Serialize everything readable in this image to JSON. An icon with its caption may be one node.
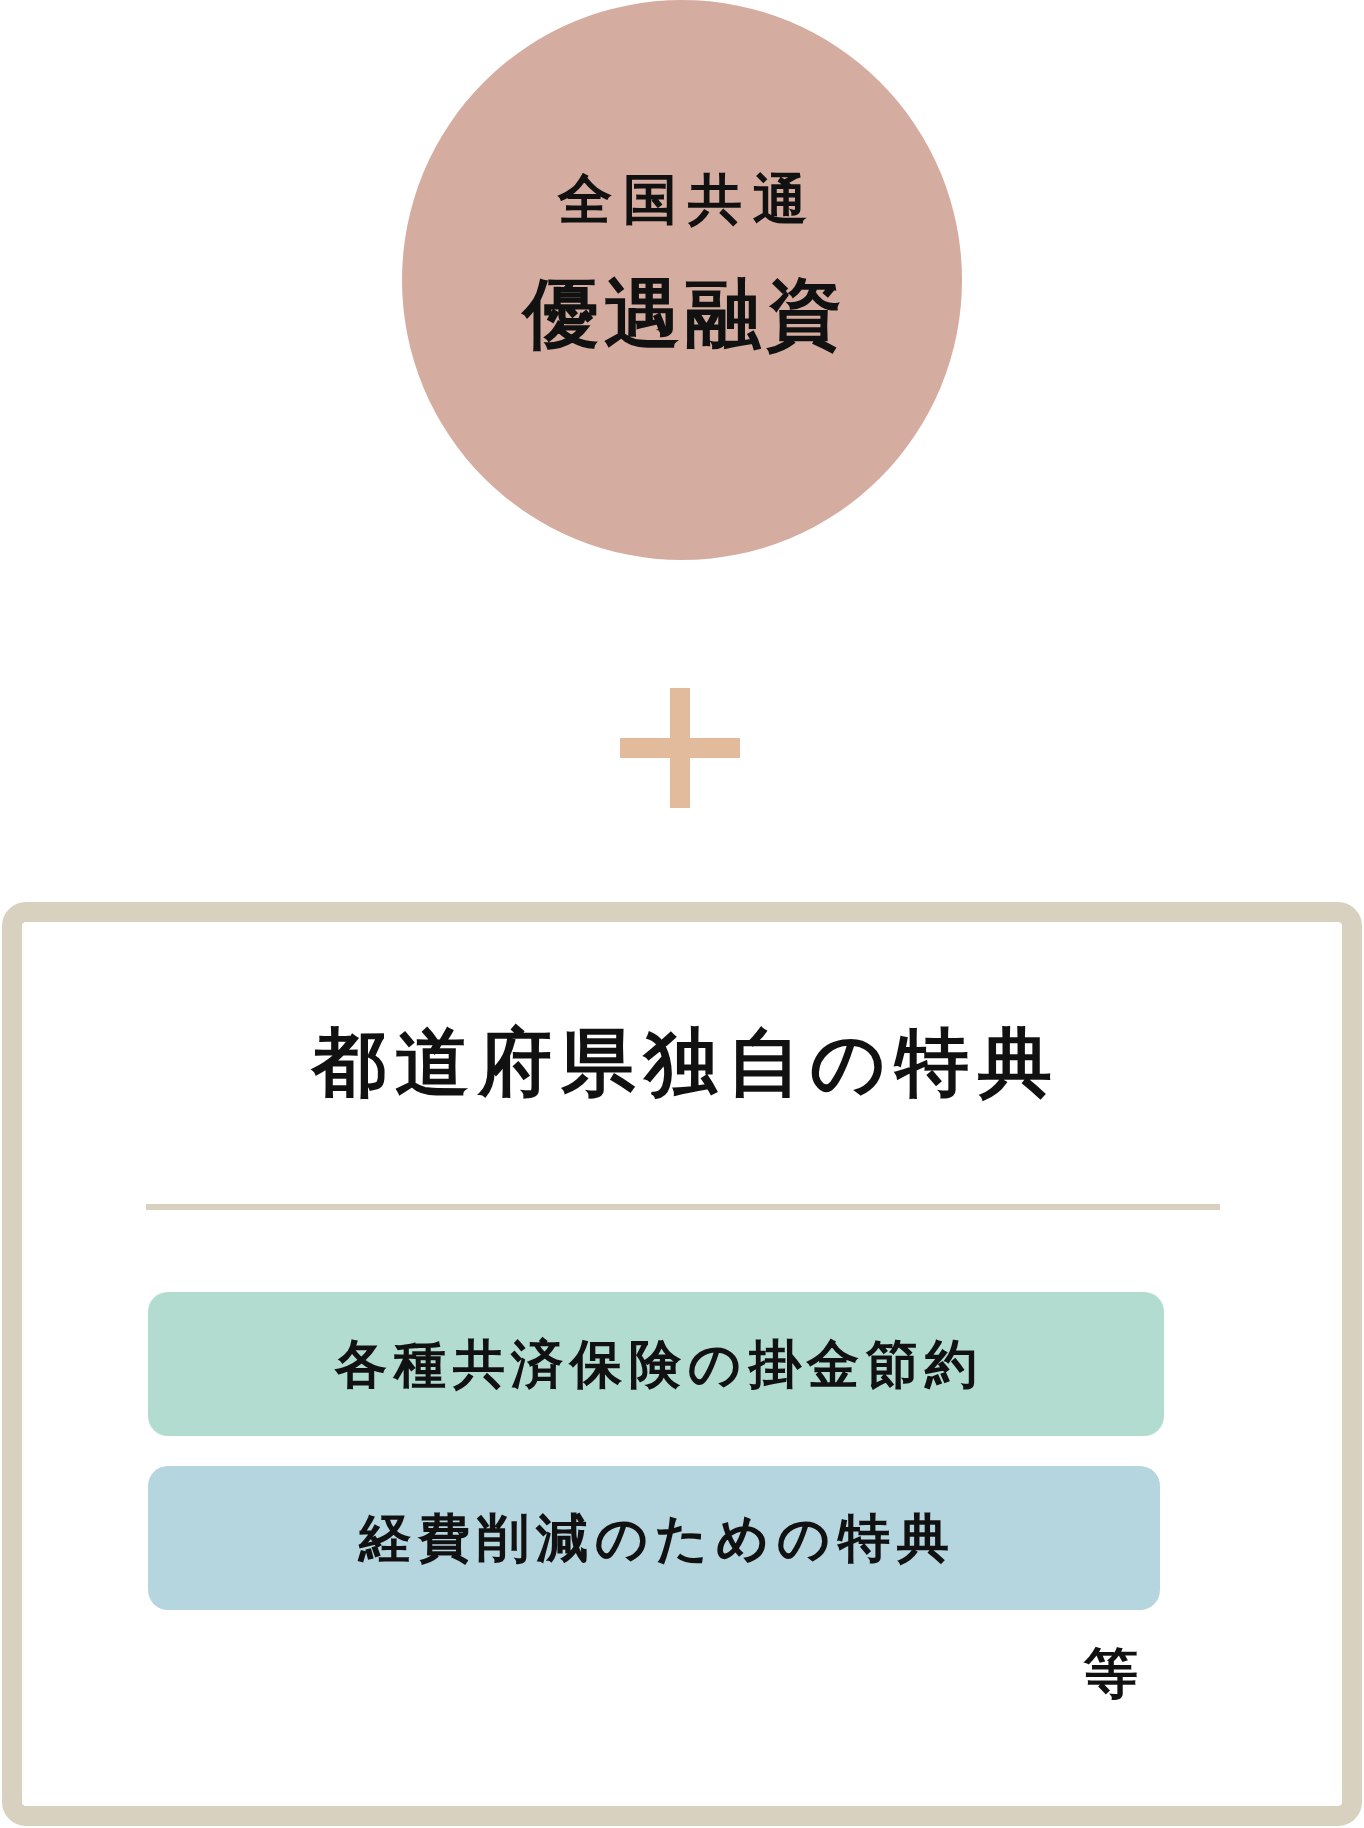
{
  "diagram": {
    "nodes": [
      {
        "text": [
          "全国共通",
          "優遇融資"
        ]
      },
      {
        "text": [
          "都道府県独自の特典"
        ]
      },
      {
        "text": [
          "各種共済保険の掛金節約"
        ],
        "in": 1
      },
      {
        "text": [
          "経費削減のための特典"
        ],
        "in": 1
      }
    ],
    "labels": [
      "等"
    ]
  }
}
